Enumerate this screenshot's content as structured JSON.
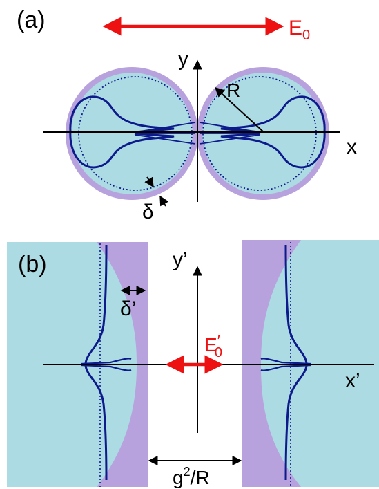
{
  "panel_a": {
    "label": "(a)",
    "field_label": "E",
    "field_sub": "0",
    "axis_x": "x",
    "axis_y": "y",
    "radius_label": "R",
    "delta_label": "δ"
  },
  "panel_b": {
    "label": "(b)",
    "field_label": "E",
    "field_prime": "′",
    "field_sub": "0",
    "axis_x": "x’",
    "axis_y": "y’",
    "delta_label": "δ’",
    "gap_label_g": "g",
    "gap_label_sup": "2",
    "gap_label_rest": "/R"
  },
  "colors": {
    "field_arrow": "#ee1111",
    "particle_fill": "#acdbe3",
    "shell": "#b8a2dd",
    "curve": "#0d1a8c",
    "text": "#000000",
    "field_text": "#ee1111"
  }
}
